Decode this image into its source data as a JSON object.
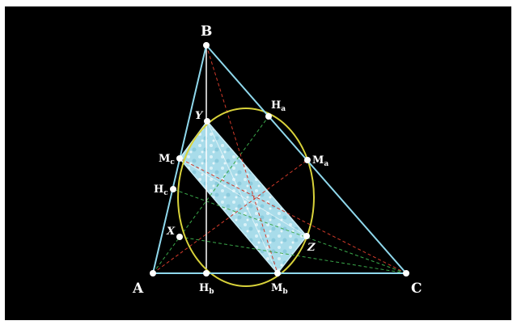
{
  "labels": {
    "A": "A",
    "B": "B",
    "C": "C",
    "Ha_main": "H",
    "Ha_sub": "a",
    "Hb_main": "H",
    "Hb_sub": "b",
    "Hc_main": "H",
    "Hc_sub": "c",
    "Ma_main": "M",
    "Ma_sub": "a",
    "Mb_main": "M",
    "Mb_sub": "b",
    "Mc_main": "M",
    "Mc_sub": "c",
    "X": "X",
    "Y": "Y",
    "Z": "Z"
  },
  "colors": {
    "background": "#000000",
    "frame": "#ffffff",
    "triangle": "#8fd8ec",
    "ellipse": "#d8d23a",
    "rectangle_fill": "#a8dcea",
    "points": "#ffffff",
    "altitude": "#ffffff",
    "cevian_red": "#d23a2a",
    "cevian_green": "#3aa84a"
  }
}
